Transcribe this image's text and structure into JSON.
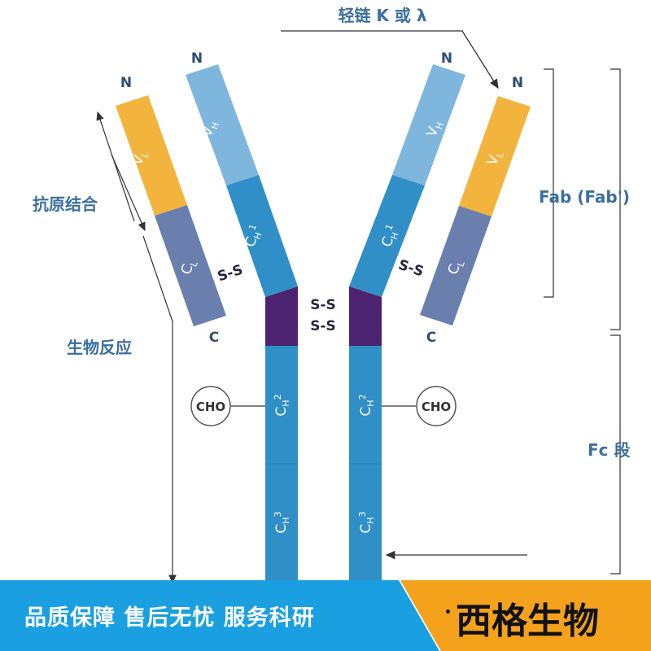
{
  "labels": {
    "light_chain": "轻链 K 或 λ",
    "antigen_binding": "抗原结合",
    "biological_response": "生物反应",
    "fab": "Fab  (Fab')",
    "fc": "Fc 段",
    "n_terminal": "N",
    "c_terminal": "C",
    "disulfide": "S-S",
    "carbohydrate": "CHO"
  },
  "domains": {
    "vl": "V",
    "vl_sub": "L",
    "vh": "V",
    "vh_sub": "H",
    "cl": "C",
    "cl_sub": "L",
    "ch1": "C",
    "ch1_sub": "H",
    "ch1_sup": "1",
    "ch2": "C",
    "ch2_sub": "H",
    "ch2_sup": "2",
    "ch3": "C",
    "ch3_sub": "H",
    "ch3_sup": "3"
  },
  "banner": {
    "slogan": "品质保障 售后无忧 服务科研",
    "brand": "西格生物"
  },
  "colors": {
    "variable_heavy": "#7eb6de",
    "constant_heavy": "#2f8fc6",
    "variable_light": "#f2b43c",
    "constant_light": "#6a7fae",
    "hinge": "#4b2370",
    "label_blue": "#3b6f9e",
    "banner_blue": "#1aa0e0",
    "banner_orange": "#f4a11c"
  }
}
